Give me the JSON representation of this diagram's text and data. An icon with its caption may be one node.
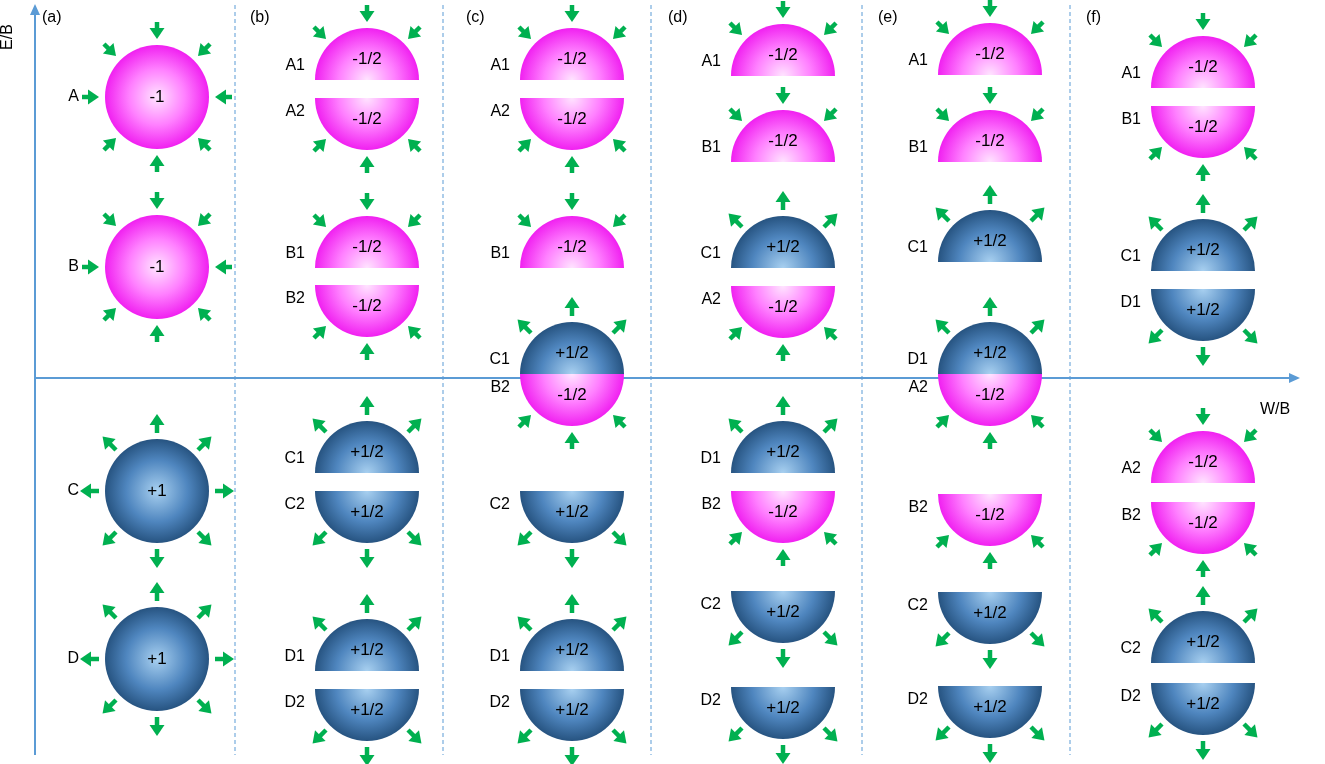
{
  "diagram": {
    "nodes": [
      {
        "text": [
          "-1"
        ],
        "beside": [
          "A"
        ]
      },
      {
        "text": [
          "-1"
        ],
        "beside": [
          "B"
        ]
      },
      {
        "text": [
          "+1"
        ],
        "beside": [
          "C"
        ]
      },
      {
        "text": [
          "+1"
        ],
        "beside": [
          "D"
        ]
      },
      {
        "text": [
          "-1/2"
        ],
        "beside": [
          "A1"
        ]
      },
      {
        "text": [
          "-1/2"
        ],
        "beside": [
          "A2"
        ]
      },
      {
        "text": [
          "-1/2"
        ],
        "beside": [
          "B1"
        ]
      },
      {
        "text": [
          "-1/2"
        ],
        "beside": [
          "B2"
        ]
      },
      {
        "text": [
          "+1/2"
        ],
        "beside": [
          "C1"
        ]
      },
      {
        "text": [
          "+1/2"
        ],
        "beside": [
          "C2"
        ]
      },
      {
        "text": [
          "+1/2"
        ],
        "beside": [
          "D1"
        ]
      },
      {
        "text": [
          "+1/2"
        ],
        "beside": [
          "D2"
        ]
      },
      {
        "text": [
          "-1/2"
        ],
        "beside": [
          "A1"
        ]
      },
      {
        "text": [
          "-1/2"
        ],
        "beside": [
          "A2"
        ]
      },
      {
        "text": [
          "-1/2"
        ],
        "beside": [
          "B1"
        ]
      },
      {
        "text": [
          "+1/2"
        ],
        "beside": [
          "C1"
        ]
      },
      {
        "text": [
          "-1/2"
        ],
        "beside": [
          "B2"
        ]
      },
      {
        "text": [
          "+1/2"
        ],
        "beside": [
          "C2"
        ]
      },
      {
        "text": [
          "+1/2"
        ],
        "beside": [
          "D1"
        ]
      },
      {
        "text": [
          "+1/2"
        ],
        "beside": [
          "D2"
        ]
      },
      {
        "text": [
          "-1/2"
        ],
        "beside": [
          "A1"
        ]
      },
      {
        "text": [
          "-1/2"
        ],
        "beside": [
          "B1"
        ]
      },
      {
        "text": [
          "+1/2"
        ],
        "beside": [
          "C1"
        ]
      },
      {
        "text": [
          "-1/2"
        ],
        "beside": [
          "A2"
        ]
      },
      {
        "text": [
          "+1/2"
        ],
        "beside": [
          "D1"
        ]
      },
      {
        "text": [
          "-1/2"
        ],
        "beside": [
          "B2"
        ]
      },
      {
        "text": [
          "+1/2"
        ],
        "beside": [
          "C2"
        ]
      },
      {
        "text": [
          "+1/2"
        ],
        "beside": [
          "D2"
        ]
      },
      {
        "text": [
          "-1/2"
        ],
        "beside": [
          "A1"
        ]
      },
      {
        "text": [
          "-1/2"
        ],
        "beside": [
          "B1"
        ]
      },
      {
        "text": [
          "+1/2"
        ],
        "beside": [
          "C1"
        ]
      },
      {
        "text": [
          "+1/2"
        ],
        "beside": [
          "D1"
        ]
      },
      {
        "text": [
          "-1/2"
        ],
        "beside": [
          "A2"
        ]
      },
      {
        "text": [
          "-1/2"
        ],
        "beside": [
          "B2"
        ]
      },
      {
        "text": [
          "+1/2"
        ],
        "beside": [
          "C2"
        ]
      },
      {
        "text": [
          "+1/2"
        ],
        "beside": [
          "D2"
        ]
      },
      {
        "text": [
          "-1/2"
        ],
        "beside": [
          "A1"
        ]
      },
      {
        "text": [
          "-1/2"
        ],
        "beside": [
          "B1"
        ]
      },
      {
        "text": [
          "+1/2"
        ],
        "beside": [
          "C1"
        ]
      },
      {
        "text": [
          "+1/2"
        ],
        "beside": [
          "D1"
        ]
      },
      {
        "text": [
          "-1/2"
        ],
        "beside": [
          "A2"
        ]
      },
      {
        "text": [
          "-1/2"
        ],
        "beside": [
          "B2"
        ]
      },
      {
        "text": [
          "+1/2"
        ],
        "beside": [
          "C2"
        ]
      },
      {
        "text": [
          "+1/2"
        ],
        "beside": [
          "D2"
        ]
      }
    ],
    "labels": [
      "E/B",
      "(a)",
      "(b)",
      "(c)",
      "(d)",
      "(e)",
      "(f)",
      "W/B"
    ]
  }
}
